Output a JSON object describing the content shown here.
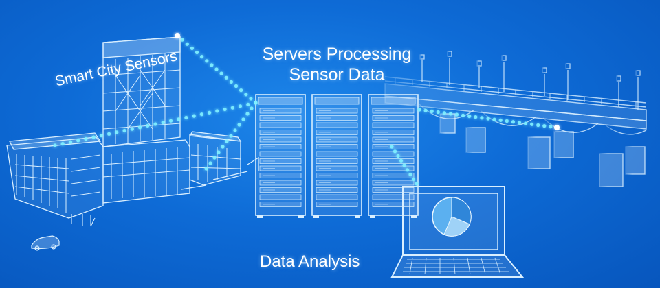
{
  "labels": {
    "smart_city_sensors": "Smart City Sensors",
    "servers_line1": "Servers Processing",
    "servers_line2": "Sensor Data",
    "data_analysis": "Data Analysis"
  },
  "colors": {
    "background": "#0e6bd6",
    "line_art": "#d9efff",
    "data_beam": "#7ff0ff"
  },
  "icons": [
    "city-buildings",
    "tower-icon",
    "car-icon",
    "server-rack-icon",
    "bridge-icon",
    "laptop-icon",
    "pie-chart-icon"
  ]
}
